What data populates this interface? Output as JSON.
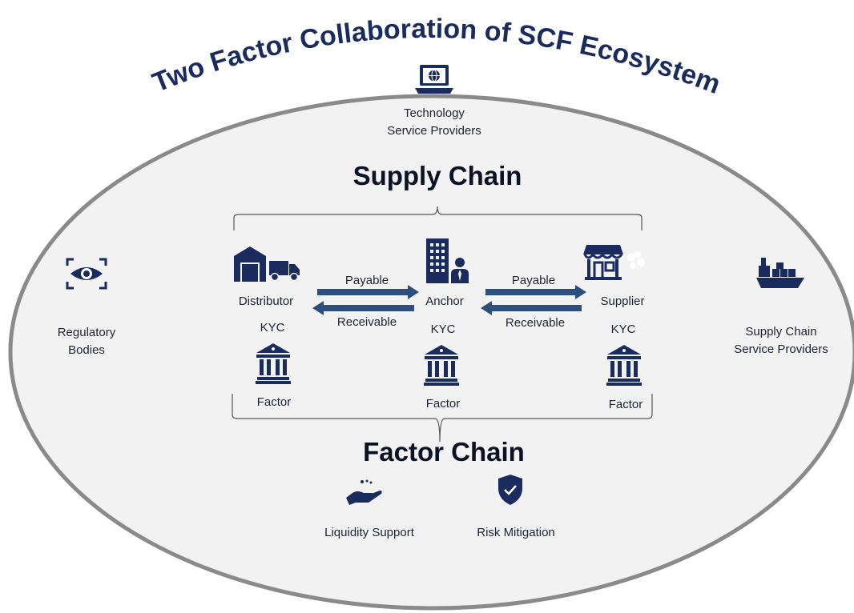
{
  "title": "Two Factor Collaboration of SCF  Ecosystem",
  "colors": {
    "navy": "#1a2b5e",
    "ellipse_fill": "#f2f2f2",
    "ellipse_stroke": "#8a8a8a",
    "arrow_blue": "#2e4f7e"
  },
  "technology": {
    "line1": "Technology",
    "line2": "Service Providers",
    "icon": "laptop-globe-icon"
  },
  "regulatory": {
    "line1": "Regulatory",
    "line2": "Bodies",
    "icon": "eye-scan-icon"
  },
  "scsp": {
    "line1": "Supply Chain",
    "line2": "Service Providers",
    "icon": "cargo-ship-icon"
  },
  "supply_chain_heading": "Supply Chain",
  "factor_chain_heading": "Factor Chain",
  "nodes": {
    "distributor": {
      "label": "Distributor",
      "kyc": "KYC",
      "factor": "Factor",
      "icon": "warehouse-truck-icon"
    },
    "anchor": {
      "label": "Anchor",
      "kyc": "KYC",
      "factor": "Factor",
      "icon": "office-building-icon"
    },
    "supplier": {
      "label": "Supplier",
      "kyc": "KYC",
      "factor": "Factor",
      "icon": "storefront-icon"
    }
  },
  "flows": {
    "left": {
      "payable": "Payable",
      "receivable": "Receivable"
    },
    "right": {
      "payable": "Payable",
      "receivable": "Receivable"
    }
  },
  "bottom": {
    "liquidity": {
      "label": "Liquidity Support",
      "icon": "hand-coins-icon"
    },
    "risk": {
      "label": "Risk Mitigation",
      "icon": "shield-check-icon"
    }
  }
}
